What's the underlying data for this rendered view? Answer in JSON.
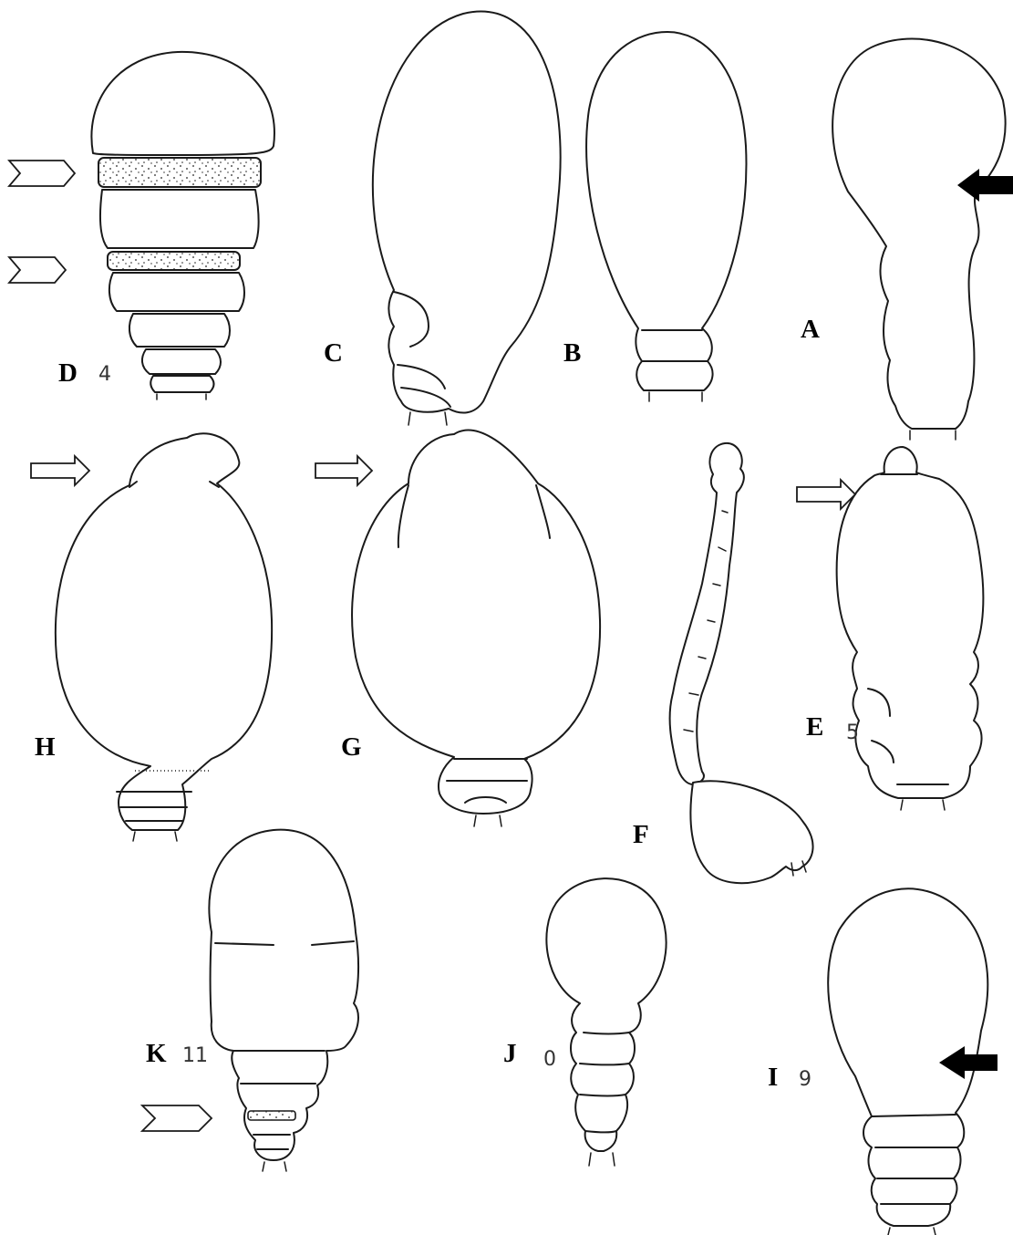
{
  "panels": [
    {
      "id": "D",
      "letter": "D",
      "number": "4"
    },
    {
      "id": "C",
      "letter": "C",
      "number": ""
    },
    {
      "id": "B",
      "letter": "B",
      "number": ""
    },
    {
      "id": "A",
      "letter": "A",
      "number": ""
    },
    {
      "id": "H",
      "letter": "H",
      "number": ""
    },
    {
      "id": "G",
      "letter": "G",
      "number": ""
    },
    {
      "id": "F",
      "letter": "F",
      "number": ""
    },
    {
      "id": "E",
      "letter": "E",
      "number": "5"
    },
    {
      "id": "K",
      "letter": "K",
      "number": "11"
    },
    {
      "id": "J",
      "letter": "J",
      "number": "0"
    },
    {
      "id": "I",
      "letter": "I",
      "number": "9"
    }
  ],
  "arrow_colors": {
    "open": "#ffffff",
    "solid": "#000000",
    "stroke": "#1a1a1a"
  }
}
